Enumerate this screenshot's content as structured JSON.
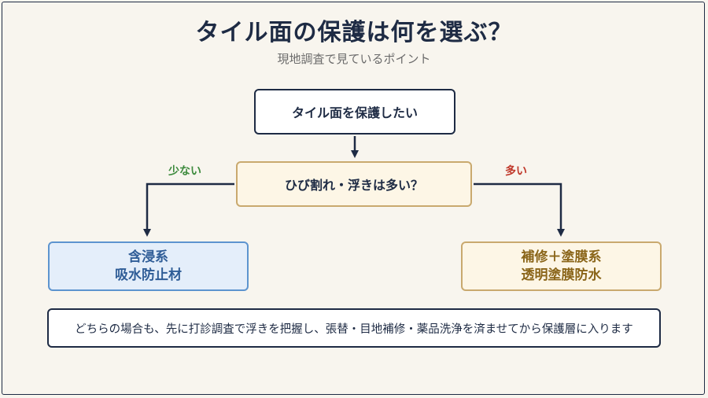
{
  "header": {
    "title": "タイル面の保護は何を選ぶ？",
    "subtitle": "現地調査で見ているポイント"
  },
  "flow": {
    "start": "タイル面を保護したい",
    "question": "ひび割れ・浮きは多い？",
    "branch_low_label": "少ない",
    "branch_high_label": "多い",
    "result_low": [
      "含浸系",
      "吸水防止材"
    ],
    "result_high": [
      "補修＋塗膜系",
      "透明塗膜防水"
    ]
  },
  "note": "どちらの場合も、先に打診調査で浮きを把握し、張替・目地補修・薬品洗浄を済ませてから保護層に入ります",
  "colors": {
    "navy": "#1e2b44",
    "gold": "#c9a96e",
    "blue": "#5d94cf",
    "green": "#3c8a3c",
    "red": "#c0392b"
  }
}
